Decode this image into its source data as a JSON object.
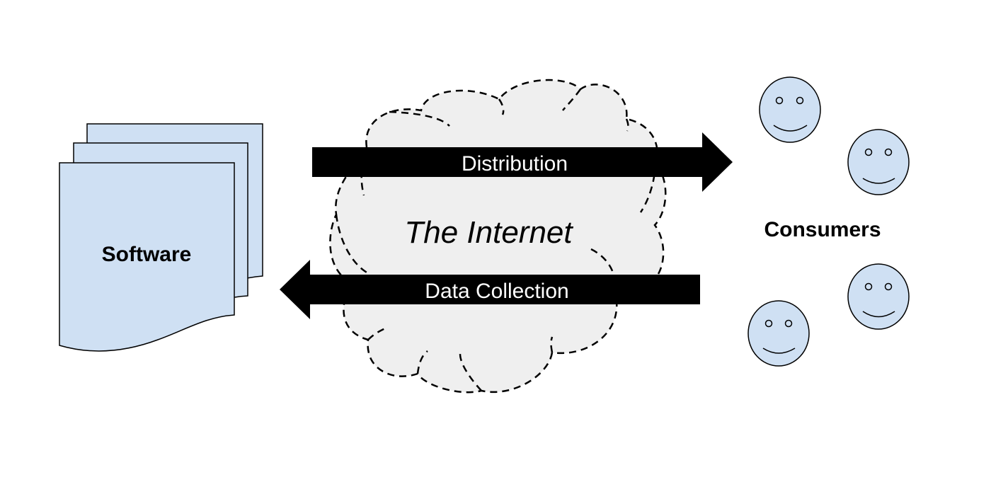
{
  "diagram": {
    "software": {
      "label": "Software",
      "icon": "document-stack-icon",
      "fill": "#cfe0f3"
    },
    "internet": {
      "label": "The Internet",
      "icon": "cloud-icon",
      "fill": "#efefef",
      "border_style": "dashed"
    },
    "arrows": {
      "distribution": {
        "label": "Distribution",
        "direction": "right",
        "color": "#000000"
      },
      "data_collection": {
        "label": "Data Collection",
        "direction": "left",
        "color": "#000000"
      }
    },
    "consumers": {
      "label": "Consumers",
      "icon": "smiley-face-icon",
      "count": 4,
      "fill": "#cfe0f3"
    }
  }
}
